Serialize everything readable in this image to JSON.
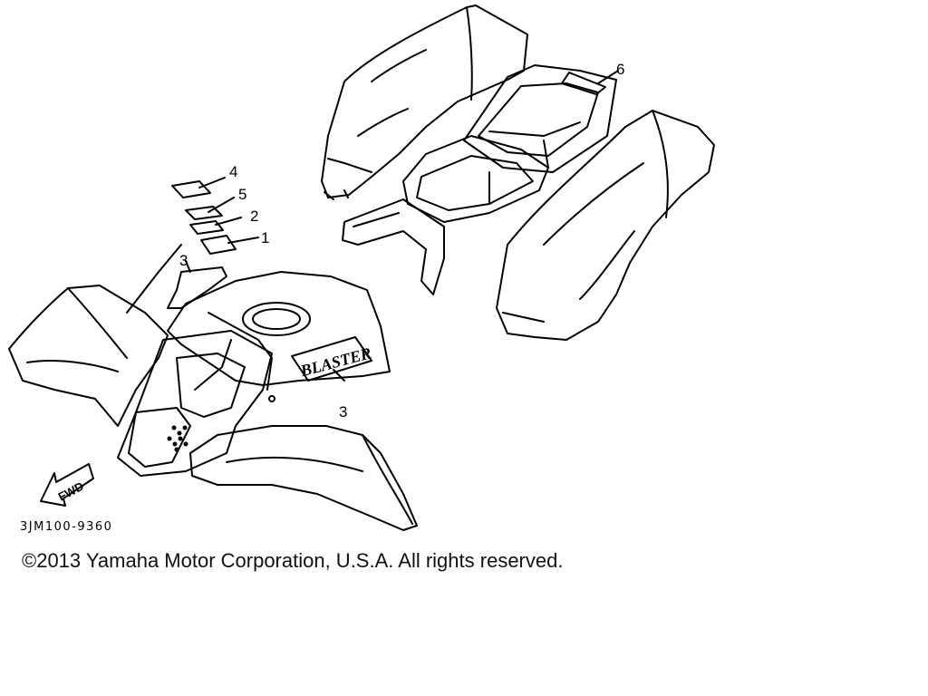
{
  "diagram": {
    "callouts": [
      "6",
      "4",
      "5",
      "2",
      "1",
      "3",
      "3"
    ],
    "fwd_label": "FWD",
    "tank_decal_text": "BLASTER"
  },
  "footer": {
    "part_code": "3JM100-9360",
    "copyright": "©2013 Yamaha Motor Corporation, U.S.A. All rights reserved."
  }
}
